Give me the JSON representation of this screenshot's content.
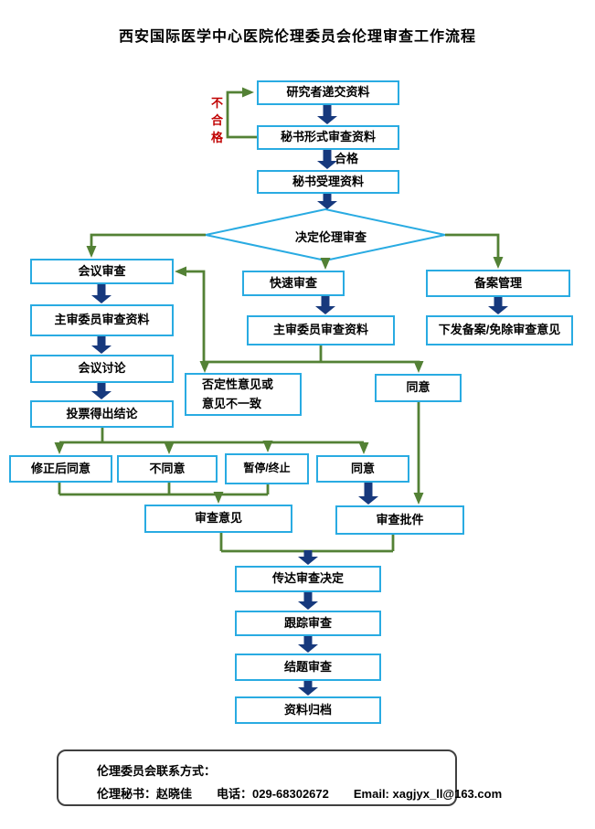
{
  "title": "西安国际医学中心医院伦理委员会伦理审查工作流程",
  "colors": {
    "box_border": "#29ABE2",
    "block_arrow_navy": "#17397D",
    "connector_green": "#538135",
    "unqualified_red": "#C00000",
    "contact_border": "#404040",
    "text": "#000000"
  },
  "nodes": {
    "researcher_submit": {
      "label": "研究者递交资料"
    },
    "secretary_format_review": {
      "label": "秘书形式审查资料"
    },
    "secretary_accept": {
      "label": "秘书受理资料"
    },
    "decide_review": {
      "label": "决定伦理审查"
    },
    "meeting_review": {
      "label": "会议审查"
    },
    "fast_review": {
      "label": "快速审查"
    },
    "filing_management": {
      "label": "备案管理"
    },
    "chief_review_left": {
      "label": "主审委员审查资料"
    },
    "meeting_discussion": {
      "label": "会议讨论"
    },
    "vote_conclusion": {
      "label": "投票得出结论"
    },
    "chief_review_mid": {
      "label": "主审委员审查资料"
    },
    "negative_opinion": {
      "line1": "否定性意见或",
      "line2": "意见不一致"
    },
    "agree_mid": {
      "label": "同意"
    },
    "issue_filing": {
      "label": "下发备案/免除审查意见"
    },
    "approve_after_revision": {
      "label": "修正后同意"
    },
    "disagree": {
      "label": "不同意"
    },
    "suspend_terminate": {
      "label": "暂停/终止"
    },
    "agree_bottom": {
      "label": "同意"
    },
    "review_opinion": {
      "label": "审查意见"
    },
    "review_approval": {
      "label": "审查批件"
    },
    "communicate_decision": {
      "label": "传达审查决定"
    },
    "follow_up_review": {
      "label": "跟踪审查"
    },
    "conclusion_review": {
      "label": "结题审查"
    },
    "archive": {
      "label": "资料归档"
    }
  },
  "edge_labels": {
    "unqualified": "不合格",
    "qualified": "合格"
  },
  "contact": {
    "line1": "伦理委员会联系方式：",
    "secretary": "伦理秘书：赵晓佳",
    "phone": "电话：029-68302672",
    "email": "Email: xagjyx_ll@163.com"
  }
}
